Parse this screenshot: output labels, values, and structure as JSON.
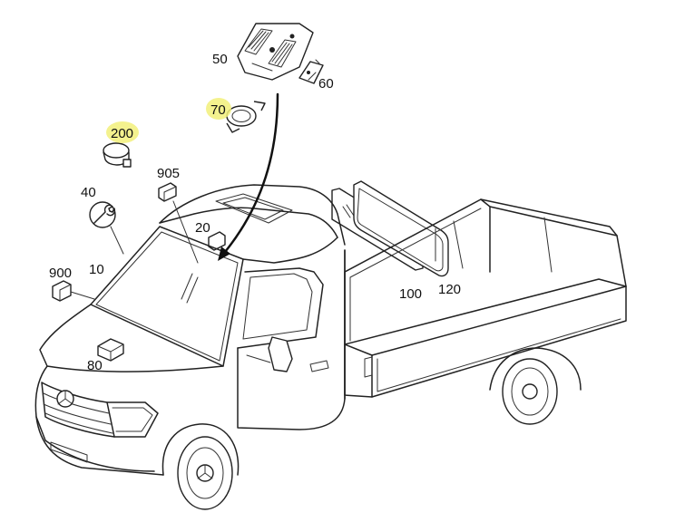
{
  "diagram": {
    "callouts": [
      {
        "id": "50",
        "label": "50",
        "highlighted": false
      },
      {
        "id": "60",
        "label": "60",
        "highlighted": false
      },
      {
        "id": "70",
        "label": "70",
        "highlighted": true
      },
      {
        "id": "200",
        "label": "200",
        "highlighted": true
      },
      {
        "id": "905",
        "label": "905",
        "highlighted": false
      },
      {
        "id": "40",
        "label": "40",
        "highlighted": false
      },
      {
        "id": "20",
        "label": "20",
        "highlighted": false
      },
      {
        "id": "900",
        "label": "900",
        "highlighted": false
      },
      {
        "id": "10",
        "label": "10",
        "highlighted": false
      },
      {
        "id": "80",
        "label": "80",
        "highlighted": false
      },
      {
        "id": "100",
        "label": "100",
        "highlighted": false
      },
      {
        "id": "120",
        "label": "120",
        "highlighted": false
      }
    ],
    "highlight_color": "#f2f07a",
    "line_color": "#222222"
  }
}
